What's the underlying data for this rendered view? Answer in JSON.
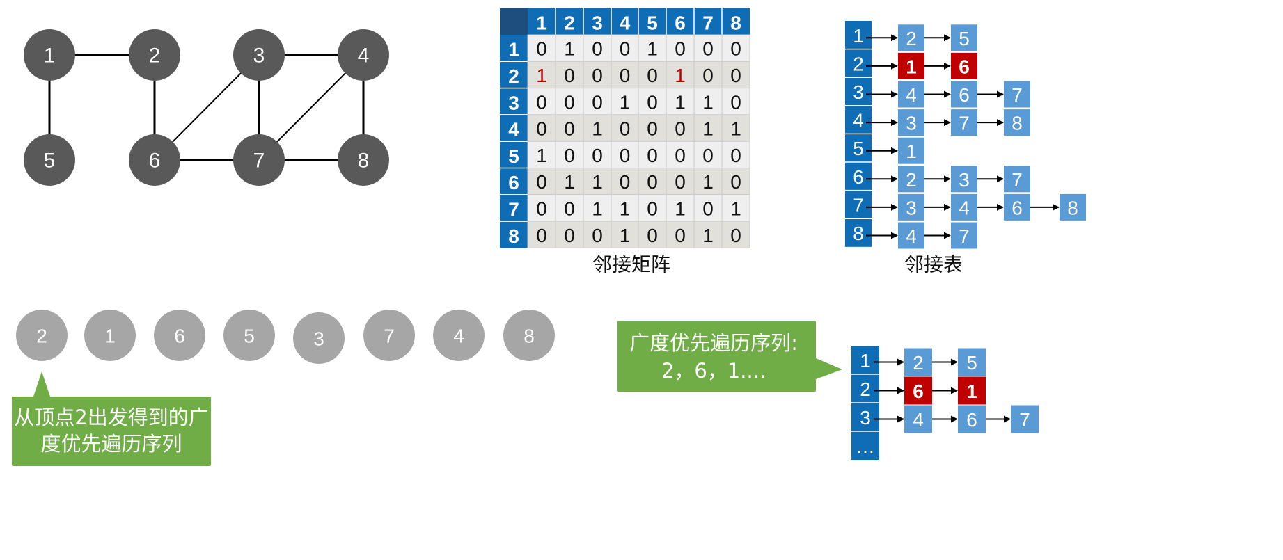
{
  "graph": {
    "nodes": [
      "1",
      "2",
      "3",
      "4",
      "5",
      "6",
      "7",
      "8"
    ],
    "edges": [
      [
        "1",
        "2"
      ],
      [
        "1",
        "5"
      ],
      [
        "2",
        "6"
      ],
      [
        "3",
        "6"
      ],
      [
        "3",
        "4"
      ],
      [
        "3",
        "7"
      ],
      [
        "4",
        "7"
      ],
      [
        "4",
        "8"
      ],
      [
        "6",
        "7"
      ],
      [
        "7",
        "8"
      ]
    ]
  },
  "matrix": {
    "caption": "邻接矩阵",
    "headers": [
      "1",
      "2",
      "3",
      "4",
      "5",
      "6",
      "7",
      "8"
    ],
    "rows": [
      [
        "0",
        "1",
        "0",
        "0",
        "1",
        "0",
        "0",
        "0"
      ],
      [
        "1",
        "0",
        "0",
        "0",
        "0",
        "1",
        "0",
        "0"
      ],
      [
        "0",
        "0",
        "0",
        "1",
        "0",
        "1",
        "1",
        "0"
      ],
      [
        "0",
        "0",
        "1",
        "0",
        "0",
        "0",
        "1",
        "1"
      ],
      [
        "1",
        "0",
        "0",
        "0",
        "0",
        "0",
        "0",
        "0"
      ],
      [
        "0",
        "1",
        "1",
        "0",
        "0",
        "0",
        "1",
        "0"
      ],
      [
        "0",
        "0",
        "1",
        "1",
        "0",
        "1",
        "0",
        "1"
      ],
      [
        "0",
        "0",
        "0",
        "1",
        "0",
        "0",
        "1",
        "0"
      ]
    ],
    "highlight_color": "#c00000"
  },
  "adjlist": {
    "caption": "邻接表",
    "rows": [
      {
        "head": "1",
        "items": [
          "2",
          "5"
        ]
      },
      {
        "head": "2",
        "items": [
          "1",
          "6"
        ],
        "highlight": true
      },
      {
        "head": "3",
        "items": [
          "4",
          "6",
          "7"
        ]
      },
      {
        "head": "4",
        "items": [
          "3",
          "7",
          "8"
        ]
      },
      {
        "head": "5",
        "items": [
          "1"
        ]
      },
      {
        "head": "6",
        "items": [
          "2",
          "3",
          "7"
        ]
      },
      {
        "head": "7",
        "items": [
          "3",
          "4",
          "6",
          "8"
        ]
      },
      {
        "head": "8",
        "items": [
          "4",
          "7"
        ]
      }
    ]
  },
  "sequence": [
    "2",
    "1",
    "6",
    "5",
    "3",
    "7",
    "4",
    "8"
  ],
  "callout_left": {
    "line1": "从顶点2出发得到的广",
    "line2": "度优先遍历序列"
  },
  "callout_right": {
    "line1": "广度优先遍历序列:",
    "line2": "2，6，1...."
  },
  "adjlist2": {
    "rows": [
      {
        "head": "1",
        "items": [
          "2",
          "5"
        ]
      },
      {
        "head": "2",
        "items": [
          "6",
          "1"
        ],
        "highlight": true
      },
      {
        "head": "3",
        "items": [
          "4",
          "6",
          "7"
        ]
      },
      {
        "head": "…",
        "items": []
      }
    ]
  },
  "colors": {
    "node": "#595959",
    "seq_node": "#a6a6a6",
    "head_blue": "#0e6db5",
    "box_blue": "#5b9bd5",
    "highlight_red": "#c00000",
    "callout_green": "#70ad47",
    "cell_light": "#efefef",
    "cell_dark": "#e2e0da"
  }
}
